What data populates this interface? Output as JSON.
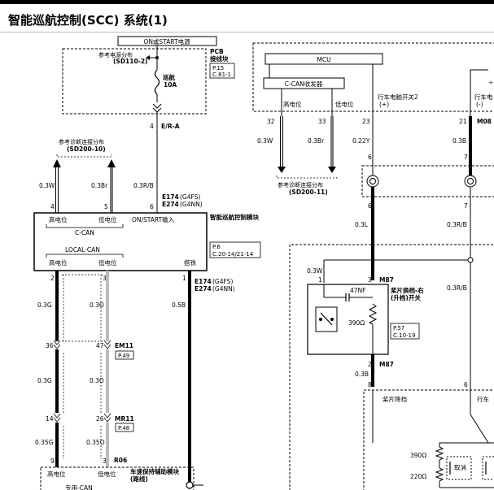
{
  "title": "智能巡航控制(SCC) 系统(1)",
  "labels": {
    "on_start_power": "ON或START电源",
    "ref_power_dist": "参考电源分布",
    "ref_power_code": "(SD110-2)",
    "pcb_1": "PCB",
    "pcb_2": "接线块",
    "pcb_ref_1": "P.15",
    "pcb_ref_2": "C.81-1",
    "fuse_1": "巡航",
    "fuse_2": "10A",
    "pin4": "4",
    "er_a": "E/R-A",
    "ref_diag_1": "参考诊断连接分布",
    "ref_diag_1_code": "(SD200-10)",
    "w1": "0.3W",
    "w2": "0.3Br",
    "w3": "0.3R/B",
    "c_4": "4",
    "c_5": "5",
    "c_6": "6",
    "e174": "E174",
    "g4fs": "(G4FS)",
    "e274": "E274",
    "g4nn": "(G4NN)",
    "module_title": "智能巡航控制模块",
    "high": "高电位",
    "low": "低电位",
    "on_start_input": "ON/START输入",
    "c_can": "C-CAN",
    "local_can": "LOCAL-CAN",
    "mod_ref_1": "P.6",
    "mod_ref_2": "C.20-14/21-14",
    "ground": "搭铁",
    "p_2": "2",
    "p_3": "3",
    "p_1": "1",
    "wg1": "0.3G",
    "wo1": "0.3O",
    "wb1": "0.5B",
    "p_36": "36",
    "p_47": "47",
    "em11": "EM11",
    "p49": "P.49",
    "wg2": "0.3G",
    "wo2": "0.3O",
    "p_14": "14",
    "p_26": "26",
    "mr11": "MR11",
    "p48": "P.48",
    "wg3": "0.35G",
    "wo3": "0.35O",
    "p_9": "9",
    "p_3b": "3",
    "r06": "R06",
    "hold_1": "车速保持辅助模块",
    "hold_2": "(路线)",
    "bottom_high": "高电位",
    "bottom_low": "低电位",
    "bottom_can": "专用-CAN",
    "mcu": "MCU",
    "ccan_rx": "C-CAN收发器",
    "mcu_high": "高电位",
    "mcu_low": "低电位",
    "drive_sw2": "行车电脑开关2",
    "drive_sw2_pol": "(+)",
    "drive_right": "行车电",
    "drive_right_pol": "(-)",
    "n32": "32",
    "n33": "33",
    "n23": "23",
    "n21": "21",
    "m08": "M08",
    "r_w": "0.3W",
    "r_br": "0.3Br",
    "r_y": "0.22Y",
    "r_b": "0.3B",
    "n6": "6",
    "n7": "7",
    "ref_diag_2": "参考诊断连接分布",
    "ref_diag_2_code": "(SD200-11)",
    "n6b": "6",
    "n7b": "7",
    "r_l": "0.3L",
    "r_rb": "0.3R/B",
    "sw_w": "0.3W",
    "n1": "1",
    "n3": "3",
    "m87": "M87",
    "paddle_1": "桨片换档-右",
    "paddle_2": "(升档)开关",
    "rb_right": "0.3R/B",
    "cap": "47NF",
    "res1": "390Ω",
    "sw_ref_1": "P.57",
    "sw_ref_2": "C.10-19",
    "n2": "2",
    "m87b": "M87",
    "b3": "0.3B",
    "n8": "8",
    "n6c": "6",
    "paddle_down": "桨片降档",
    "drive_bottom": "行车",
    "res2": "390Ω",
    "res3": "220Ω",
    "cancel": "取消"
  }
}
